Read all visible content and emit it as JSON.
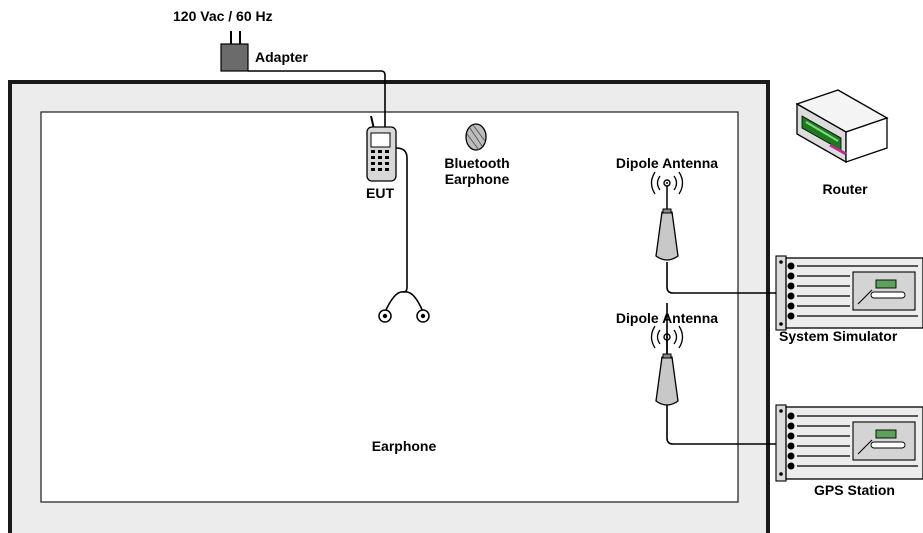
{
  "power": {
    "supply_label": "120 Vac / 60 Hz",
    "adapter_label": "Adapter"
  },
  "devices": {
    "eut_label": "EUT",
    "bluetooth_label_line1": "Bluetooth",
    "bluetooth_label_line2": "Earphone",
    "earphone_label": "Earphone",
    "router_label": "Router"
  },
  "antennas": [
    {
      "label": "Dipole Antenna"
    },
    {
      "label": "Dipole Antenna"
    }
  ],
  "equipment": [
    {
      "label": "System Simulator"
    },
    {
      "label": "GPS Station"
    }
  ],
  "colors": {
    "chamber_fill": "#ececec",
    "chamber_border": "#1a1a1a",
    "adapter_gray": "#6b6b6b",
    "router_green": "#1f7a1f",
    "router_magenta": "#b0308a",
    "lcd_green": "#5ca25c"
  }
}
